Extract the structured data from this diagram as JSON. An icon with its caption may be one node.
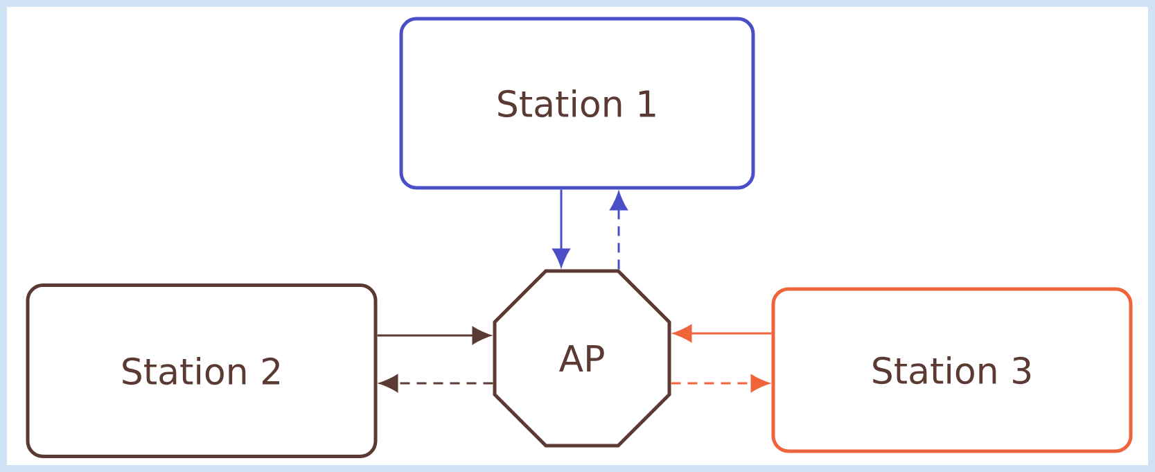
{
  "diagram": {
    "nodes": [
      {
        "text": [
          "Station 1"
        ]
      },
      {
        "text": [
          "Station 2"
        ]
      },
      {
        "text": [
          "AP"
        ]
      },
      {
        "text": [
          "Station 3"
        ]
      }
    ],
    "edges": [
      {
        "from": 0,
        "to": 2,
        "arrow": "to",
        "color": "#4a4fc8"
      },
      {
        "from": 2,
        "to": 0,
        "arrow": "to",
        "style": "dashed",
        "color": "#4a4fc8"
      },
      {
        "from": 1,
        "to": 2,
        "arrow": "to",
        "color": "#5a3a32"
      },
      {
        "from": 2,
        "to": 1,
        "arrow": "to",
        "style": "dashed",
        "color": "#5a3a32"
      },
      {
        "from": 3,
        "to": 2,
        "arrow": "to",
        "color": "#f0643c"
      },
      {
        "from": 2,
        "to": 3,
        "arrow": "to",
        "style": "dashed",
        "color": "#f0643c"
      }
    ]
  }
}
